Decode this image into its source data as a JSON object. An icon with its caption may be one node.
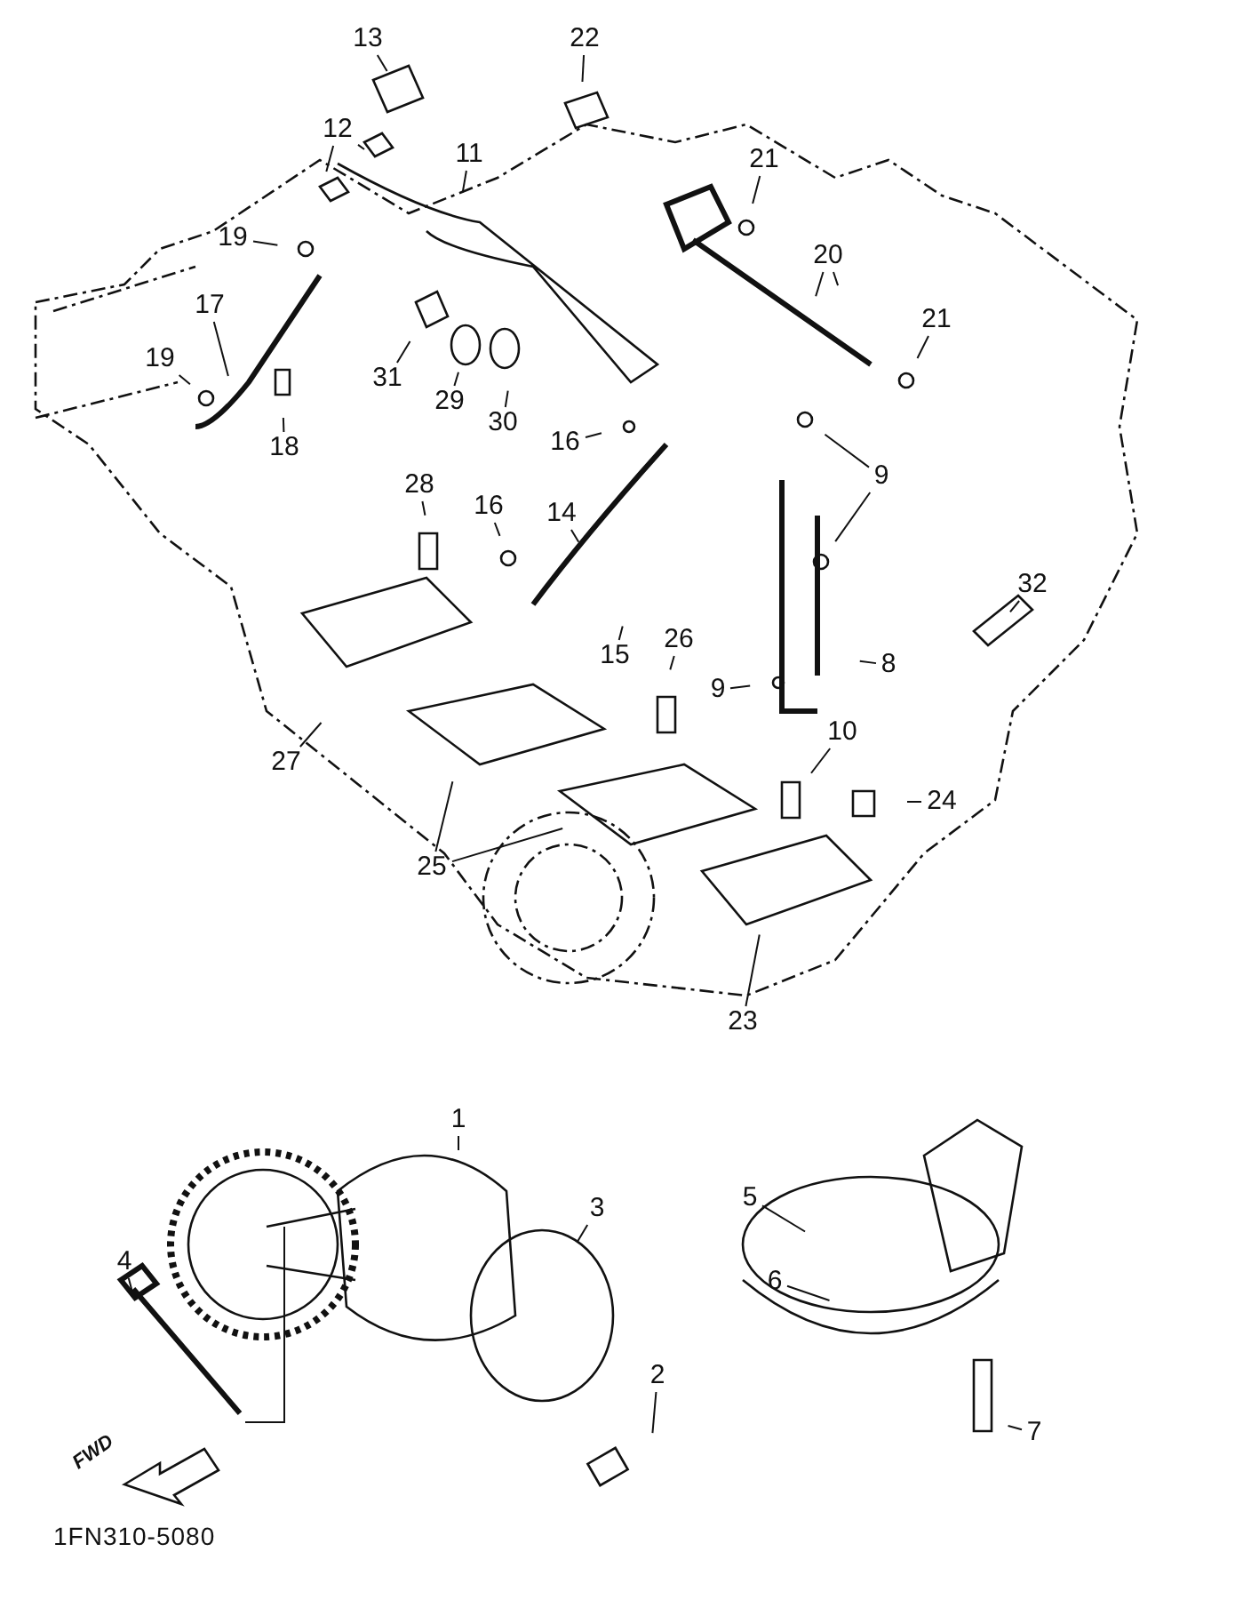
{
  "diagram": {
    "nodes": [
      {
        "text": [
          "13"
        ]
      },
      {
        "text": [
          "12"
        ]
      },
      {
        "text": [
          "22"
        ]
      },
      {
        "text": [
          "11"
        ]
      },
      {
        "text": [
          "21"
        ]
      },
      {
        "text": [
          "19"
        ]
      },
      {
        "text": [
          "20"
        ]
      },
      {
        "text": [
          "17"
        ]
      },
      {
        "text": [
          "21"
        ]
      },
      {
        "text": [
          "19"
        ]
      },
      {
        "text": [
          "31"
        ]
      },
      {
        "text": [
          "29"
        ]
      },
      {
        "text": [
          "30"
        ]
      },
      {
        "text": [
          "16"
        ]
      },
      {
        "text": [
          "18"
        ]
      },
      {
        "text": [
          "9"
        ]
      },
      {
        "text": [
          "28"
        ]
      },
      {
        "text": [
          "16"
        ]
      },
      {
        "text": [
          "14"
        ]
      },
      {
        "text": [
          "32"
        ]
      },
      {
        "text": [
          "26"
        ]
      },
      {
        "text": [
          "15"
        ]
      },
      {
        "text": [
          "8"
        ]
      },
      {
        "text": [
          "9"
        ]
      },
      {
        "text": [
          "10"
        ]
      },
      {
        "text": [
          "27"
        ]
      },
      {
        "text": [
          "24"
        ]
      },
      {
        "text": [
          "25"
        ]
      },
      {
        "text": [
          "23"
        ]
      },
      {
        "text": [
          "1"
        ]
      },
      {
        "text": [
          "3"
        ]
      },
      {
        "text": [
          "5"
        ]
      },
      {
        "text": [
          "6"
        ]
      },
      {
        "text": [
          "4"
        ]
      },
      {
        "text": [
          "2"
        ]
      },
      {
        "text": [
          "7"
        ]
      }
    ],
    "edges": [
      {
        "from": 0,
        "to": null,
        "arrow": "none"
      },
      {
        "from": 1,
        "to": null,
        "arrow": "none"
      },
      {
        "from": 1,
        "to": null,
        "arrow": "none"
      },
      {
        "from": 2,
        "to": null,
        "arrow": "none"
      },
      {
        "from": 3,
        "to": null,
        "arrow": "none"
      },
      {
        "from": 4,
        "to": null,
        "arrow": "none"
      },
      {
        "from": 5,
        "to": null,
        "arrow": "none"
      },
      {
        "from": 6,
        "to": null,
        "arrow": "none"
      },
      {
        "from": 6,
        "to": null,
        "arrow": "none"
      },
      {
        "from": 7,
        "to": null,
        "arrow": "none"
      },
      {
        "from": 8,
        "to": null,
        "arrow": "none"
      },
      {
        "from": 9,
        "to": null,
        "arrow": "none"
      },
      {
        "from": 10,
        "to": null,
        "arrow": "none"
      },
      {
        "from": 11,
        "to": null,
        "arrow": "none"
      },
      {
        "from": 12,
        "to": null,
        "arrow": "none"
      },
      {
        "from": 13,
        "to": null,
        "arrow": "none"
      },
      {
        "from": 14,
        "to": null,
        "arrow": "none"
      },
      {
        "from": 15,
        "to": null,
        "arrow": "none"
      },
      {
        "from": 15,
        "to": null,
        "arrow": "none"
      },
      {
        "from": 16,
        "to": null,
        "arrow": "none"
      },
      {
        "from": 17,
        "to": null,
        "arrow": "none"
      },
      {
        "from": 18,
        "to": null,
        "arrow": "none"
      },
      {
        "from": 19,
        "to": null,
        "arrow": "none"
      },
      {
        "from": 20,
        "to": null,
        "arrow": "none"
      },
      {
        "from": 21,
        "to": null,
        "arrow": "none"
      },
      {
        "from": 22,
        "to": null,
        "arrow": "none"
      },
      {
        "from": 23,
        "to": null,
        "arrow": "none"
      },
      {
        "from": 24,
        "to": null,
        "arrow": "none"
      },
      {
        "from": 25,
        "to": null,
        "arrow": "none"
      },
      {
        "from": 26,
        "to": null,
        "arrow": "none"
      },
      {
        "from": 27,
        "to": null,
        "arrow": "none"
      },
      {
        "from": 27,
        "to": null,
        "arrow": "none"
      },
      {
        "from": 28,
        "to": null,
        "arrow": "none"
      },
      {
        "from": 29,
        "to": null,
        "arrow": "none"
      },
      {
        "from": 30,
        "to": null,
        "arrow": "none"
      },
      {
        "from": 31,
        "to": null,
        "arrow": "none"
      },
      {
        "from": 32,
        "to": null,
        "arrow": "none"
      },
      {
        "from": 33,
        "to": null,
        "arrow": "none"
      },
      {
        "from": 34,
        "to": null,
        "arrow": "none"
      },
      {
        "from": 35,
        "to": null,
        "arrow": "none"
      }
    ],
    "labels": [
      "FWD",
      "1FN310-5080"
    ]
  }
}
